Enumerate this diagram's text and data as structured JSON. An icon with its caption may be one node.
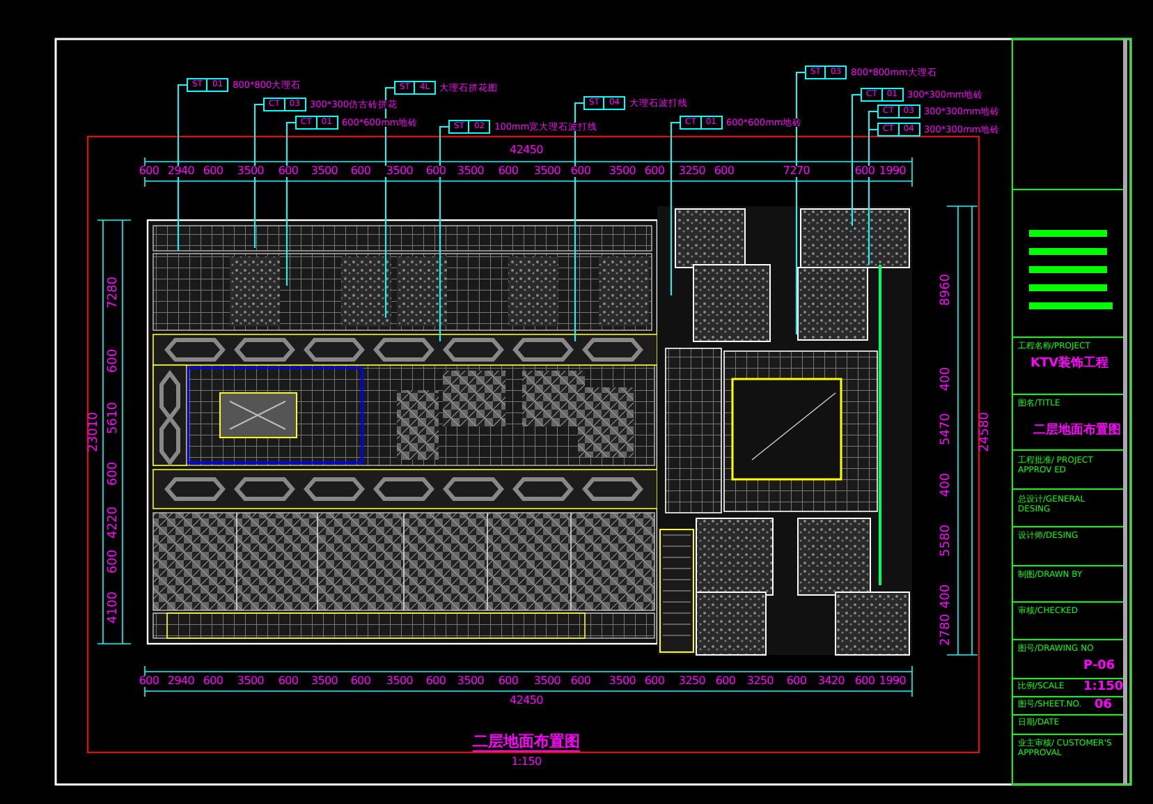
{
  "diagram": {
    "caption": "二层地面布置图",
    "nodes": [
      {
        "text": [
          "ST",
          "01",
          "800*800大理石"
        ]
      },
      {
        "text": [
          "CT",
          "03",
          "300*300仿古砖拼花"
        ]
      },
      {
        "text": [
          "CT",
          "01",
          "600*600mm地砖"
        ]
      },
      {
        "text": [
          "ST",
          "4L",
          "大理石拼花图"
        ]
      },
      {
        "text": [
          "ST",
          "02",
          "100mm宽大理石波打线"
        ]
      },
      {
        "text": [
          "ST",
          "04",
          "大理石波打线"
        ]
      },
      {
        "text": [
          "CT",
          "01",
          "600*600mm地砖"
        ]
      },
      {
        "text": [
          "ST",
          "03",
          "800*800mm大理石"
        ]
      },
      {
        "text": [
          "CT",
          "01",
          "300*300mm地砖"
        ]
      },
      {
        "text": [
          "CT",
          "03",
          "300*300mm地砖"
        ]
      },
      {
        "text": [
          "CT",
          "04",
          "300*300mm地砖"
        ]
      }
    ],
    "edges": [
      {
        "from": 0,
        "to": null,
        "arrow": "none"
      },
      {
        "from": 1,
        "to": null,
        "arrow": "none"
      },
      {
        "from": 2,
        "to": null,
        "arrow": "none"
      },
      {
        "from": 3,
        "to": null,
        "arrow": "none"
      },
      {
        "from": 4,
        "to": null,
        "arrow": "none"
      },
      {
        "from": 5,
        "to": null,
        "arrow": "none"
      },
      {
        "from": 6,
        "to": null,
        "arrow": "none"
      },
      {
        "from": 7,
        "to": null,
        "arrow": "none"
      },
      {
        "from": 8,
        "to": null,
        "arrow": "none"
      },
      {
        "from": 9,
        "to": null,
        "arrow": "none"
      },
      {
        "from": 10,
        "to": null,
        "arrow": "none"
      }
    ],
    "labels": [
      "600",
      "2940",
      "600",
      "3500",
      "600",
      "3500",
      "600",
      "3500",
      "600",
      "3500",
      "600",
      "3500",
      "600",
      "3500",
      "600",
      "3250",
      "600",
      "7270",
      "600",
      "1990",
      "42450",
      "7280",
      "600",
      "5610",
      "600",
      "4220",
      "600",
      "4100",
      "23010",
      "8960",
      "400",
      "5470",
      "400",
      "5580",
      "400",
      "2780",
      "24580",
      "600",
      "2940",
      "600",
      "3500",
      "600",
      "3500",
      "600",
      "3500",
      "600",
      "3500",
      "600",
      "3500",
      "600",
      "3500",
      "600",
      "3250",
      "600",
      "3250",
      "600",
      "3420",
      "600",
      "1990",
      "42450",
      "1:150",
      "工程名称/PROJECT",
      "KTV装饰工程",
      "图名/TITLE",
      "二层地面布置图",
      "工程批准/ PROJECT APPROV ED",
      "总设计/GENERAL DESING",
      "设计师/DESING",
      "制图/DRAWN BY",
      "审核/CHECKED",
      "图号/DRAWING NO",
      "P-06",
      "比例/SCALE",
      "1:150",
      "图号/SHEET.NO.",
      "06",
      "日期/DATE",
      "业主审核/ CUSTOMER'S APPROVAL"
    ]
  }
}
